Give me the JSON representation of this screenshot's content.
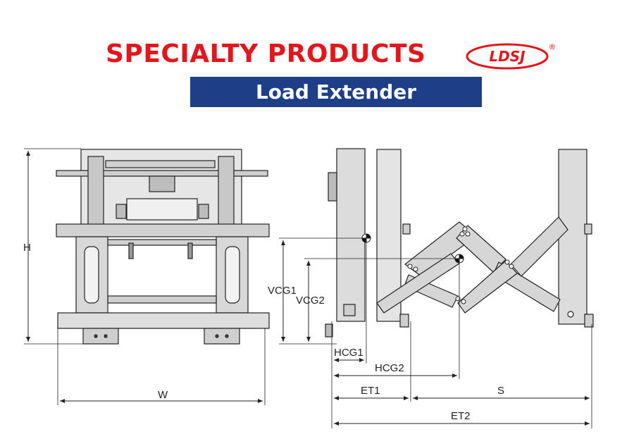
{
  "header": {
    "title": "SPECIALTY PRODUCTS",
    "brand": "LDSJ",
    "registered_mark": "®",
    "subtitle": "Load Extender"
  },
  "colors": {
    "title_red": "#e4161d",
    "banner_blue": "#1e3f87",
    "line": "#222222",
    "part_fill": "#d9d9d9"
  },
  "dimensions": {
    "height": "H",
    "width": "W",
    "vcg1": "VCG1",
    "vcg2": "VCG2",
    "hcg1": "HCG1",
    "hcg2": "HCG2",
    "et1": "ET1",
    "stroke": "S",
    "et2": "ET2"
  }
}
